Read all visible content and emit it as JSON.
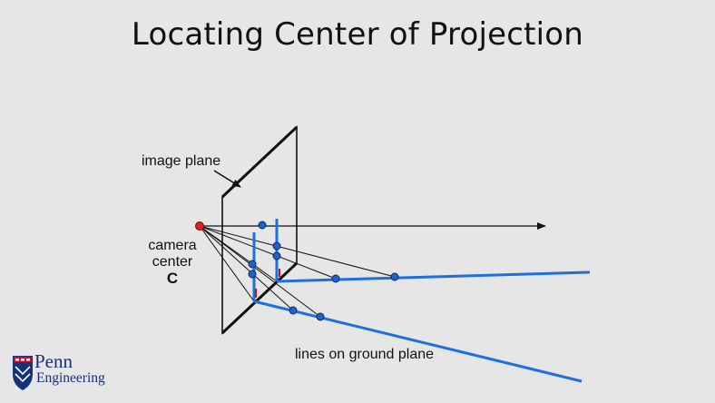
{
  "slide": {
    "title": "Locating Center of Projection"
  },
  "labels": {
    "image_plane": "image plane",
    "camera": "camera",
    "center": "center",
    "center_letter": "C",
    "ground_lines": "lines on ground plane"
  },
  "logo": {
    "name": "Penn",
    "subtitle": "Engineering",
    "icon": "university-shield-icon"
  },
  "colors": {
    "background": "#e6e6e6",
    "ray": "#111111",
    "ground_line": "#1f6fe0",
    "point_fill": "#1f63c9",
    "camera_point": "#e02020",
    "tick": "#d01010",
    "logo": "#14327a"
  }
}
